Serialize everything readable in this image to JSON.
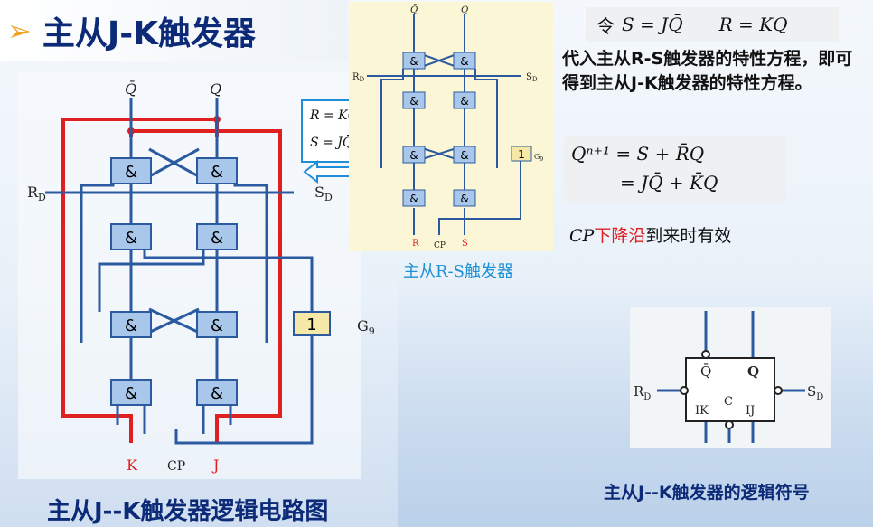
{
  "title": "主从J-K触发器",
  "title_bullet": "➢",
  "main_caption": "主从J--K触发器逻辑电路图",
  "rs_caption": "主从R-S触发器",
  "symbol_caption": "主从J--K触发器的逻辑符号",
  "formula_intro": {
    "ling": "令",
    "s_eq": "S = JQ̄",
    "r_eq": "R = KQ"
  },
  "paragraph": "代入主从R-S触发器的特性方程，即可得到主从J-K触发器的特性方程。",
  "char_eq_line1": "Qⁿ⁺¹ = S + R̄Q",
  "char_eq_line2": "= JQ̄   + K̄Q",
  "cp_note": {
    "cp": "CP",
    "red": "下降沿",
    "rest": "到来时有效"
  },
  "rk_box": {
    "r": "R = KQ",
    "s": "S = JQ̄"
  },
  "main_circuit": {
    "qbar": "Q̄",
    "q": "Q",
    "rd": "R",
    "rd_sub": "D",
    "sd": "S",
    "sd_sub": "D",
    "gate": "&",
    "not_gate": "1",
    "g9": "G",
    "g9_sub": "9",
    "k": "K",
    "cp": "CP",
    "j": "J"
  },
  "rs_circuit": {
    "qbar": "Q̄",
    "q": "Q",
    "rd": "R",
    "rd_sub": "D",
    "sd": "S",
    "sd_sub": "D",
    "gate": "&",
    "not_gate": "1",
    "g9": "G",
    "g9_sub": "9",
    "r": "R",
    "cp": "CP",
    "s": "S"
  },
  "symbol": {
    "qbar": "Q̄",
    "q": "Q",
    "ik": "IK",
    "c": "C",
    "ij": "IJ",
    "rd": "R",
    "rd_sub": "D",
    "sd": "S",
    "sd_sub": "D"
  },
  "colors": {
    "title": "#0c2a78",
    "accent": "#1f8ed8",
    "red_wire": "#e02020",
    "gate_fill": "#a9c7ea"
  }
}
